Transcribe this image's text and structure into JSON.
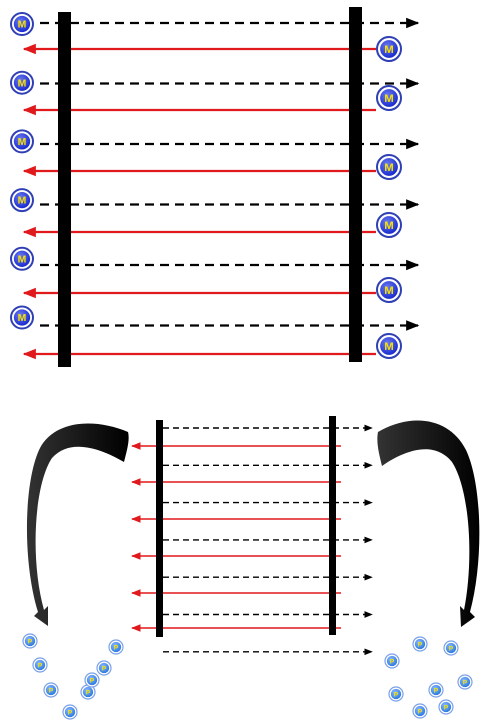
{
  "colors": {
    "background": "#ffffff",
    "bar": "#000000",
    "dashed_arrow": "#000000",
    "solid_arrow": "#e0191c",
    "m_outer_ring": "#2f3fb4",
    "m_inner_disk": "#1a2bd0",
    "m_letter": "#f7e000",
    "p_outer_ring": "#7aa0e8",
    "p_inner_disk": "#2b7be0",
    "p_letter": "#f2e400"
  },
  "markers": {
    "m_label": "M",
    "p_label": "P"
  },
  "icons": {
    "m_marker": "m-badge-icon",
    "p_marker": "p-badge-icon",
    "curved_arrow": "curved-swoosh-arrow-icon"
  },
  "top_panel": {
    "pair_count": 6,
    "left_marker_count": 6,
    "right_marker_count": 6
  },
  "bottom_panel": {
    "dashed_arrow_count": 7,
    "solid_arrow_count": 6,
    "left_p_cluster_count": 8,
    "right_p_cluster_count": 8
  }
}
